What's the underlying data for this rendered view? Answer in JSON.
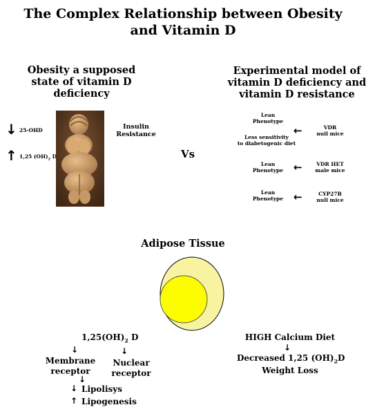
{
  "title_line1": "The Complex Relationship between Obesity",
  "title_line2": "and Vitamin D",
  "left": {
    "heading_line1": "Obesity a supposed",
    "heading_line2": "state of vitamin D",
    "heading_line3": "deficiency",
    "marker_25ohd": "25-OHD",
    "marker_125_prefix": "1,25 (OH)",
    "marker_125_sub": "2",
    "marker_125_suffix": "D",
    "insulin_line1": "Insulin",
    "insulin_line2": "Resistance",
    "image_icon": "venus-figurine"
  },
  "vs": "Vs",
  "right": {
    "heading_line1": "Experimental model of",
    "heading_line2": "vitamin D deficiency and",
    "heading_line3": "vitamin D resistance",
    "rows": [
      {
        "pheno1": "Lean",
        "pheno2": "Phenotype",
        "model1": "VDR",
        "model2": "null mice"
      },
      {
        "pheno1": "Lean",
        "pheno2": "Phenotype",
        "model1": "VDR HET",
        "model2": "male mice"
      },
      {
        "pheno1": "Lean",
        "pheno2": "Phenotype",
        "model1": "CYP27B",
        "model2": "null mice"
      }
    ],
    "extra_line1": "Less sensitivity",
    "extra_line2": "to diabetogenic diet"
  },
  "adipose": {
    "label": "Adipose Tissue",
    "outer_color": "#f7f3a0",
    "inner_color": "#fdfd00"
  },
  "bottom_left": {
    "head_prefix": "1,25(OH)",
    "head_sub": "2",
    "head_suffix": "D",
    "membrane1": "Membrane",
    "membrane2": "receptor",
    "nuclear1": "Nuclear",
    "nuclear2": "receptor",
    "lipolisys": "Lipolisys",
    "lipogenesis": "Lipogenesis"
  },
  "bottom_right": {
    "head": "HIGH Calcium Diet",
    "decreased_prefix": "Decreased 1,25 (OH)",
    "decreased_sub": "2",
    "decreased_suffix": "D",
    "weight": "Weight Loss"
  }
}
